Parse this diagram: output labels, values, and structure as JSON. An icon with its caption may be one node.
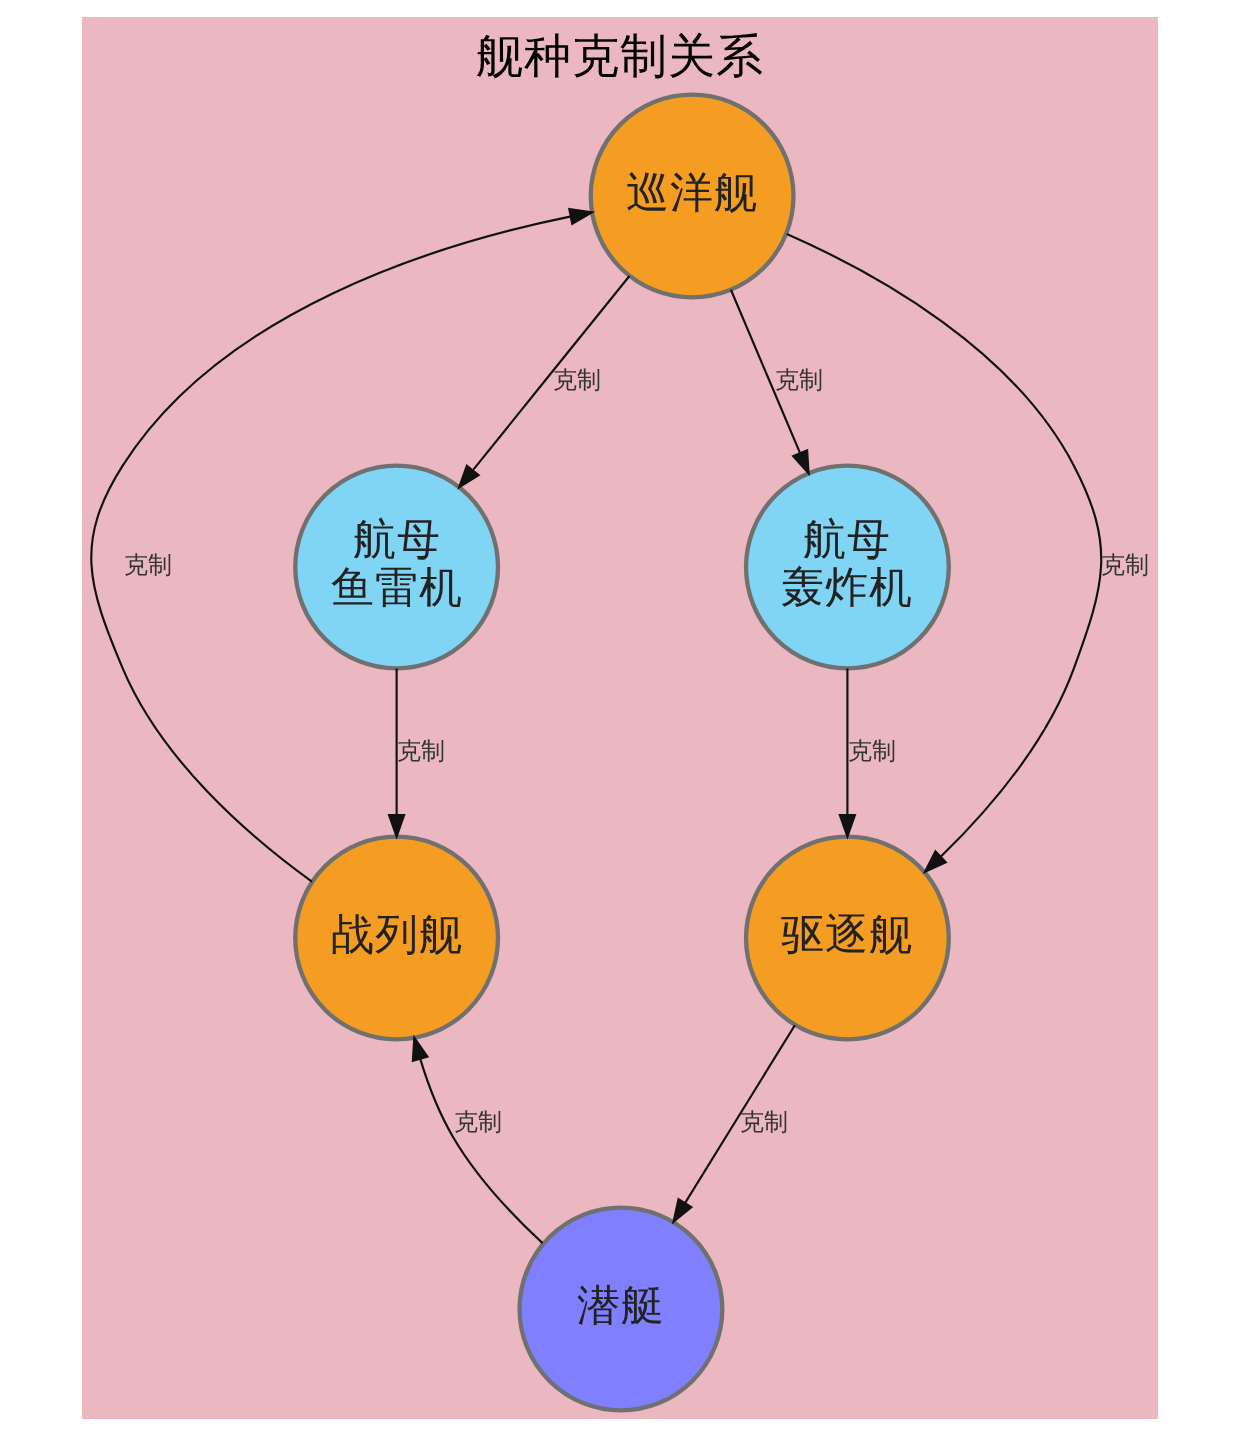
{
  "diagram": {
    "title": "舰种克制关系",
    "nodes": [
      {
        "text": [
          "巡洋舰"
        ]
      },
      {
        "text": [
          "航母",
          "鱼雷机"
        ]
      },
      {
        "text": [
          "航母",
          "轰炸机"
        ]
      },
      {
        "text": [
          "战列舰"
        ]
      },
      {
        "text": [
          "驱逐舰"
        ]
      },
      {
        "text": [
          "潜艇"
        ]
      }
    ],
    "edges": [
      {
        "from": 0,
        "to": 1,
        "arrow": "to",
        "label": "克制"
      },
      {
        "from": 0,
        "to": 2,
        "arrow": "to",
        "label": "克制"
      },
      {
        "from": 3,
        "to": 0,
        "arrow": "to",
        "label": "克制"
      },
      {
        "from": 0,
        "to": 4,
        "arrow": "to",
        "label": "克制"
      },
      {
        "from": 1,
        "to": 3,
        "arrow": "to",
        "label": "克制"
      },
      {
        "from": 2,
        "to": 4,
        "arrow": "to",
        "label": "克制"
      },
      {
        "from": 5,
        "to": 3,
        "arrow": "to",
        "label": "克制"
      },
      {
        "from": 4,
        "to": 5,
        "arrow": "to",
        "label": "克制"
      }
    ]
  }
}
